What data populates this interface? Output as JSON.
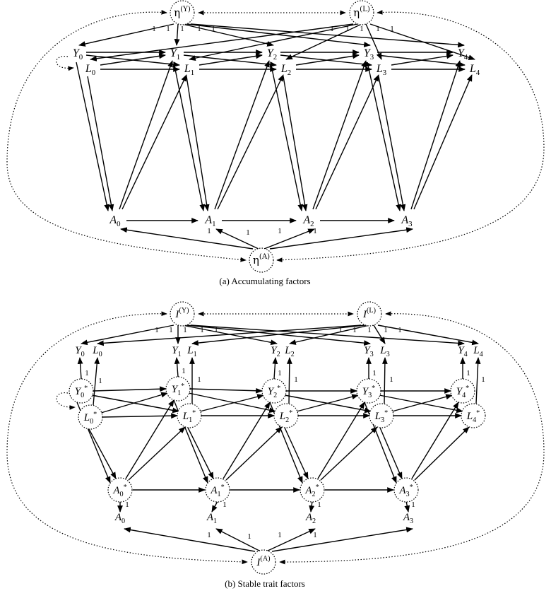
{
  "panel_a": {
    "caption": "(a) Accumulating factors",
    "eta_y": {
      "base": "η",
      "sup": "(Y)"
    },
    "eta_l": {
      "base": "η",
      "sup": "(L)"
    },
    "eta_a": {
      "base": "η",
      "sup": "(A)"
    },
    "y_nodes": [
      {
        "base": "Y",
        "sub": "0"
      },
      {
        "base": "Y",
        "sub": "1"
      },
      {
        "base": "Y",
        "sub": "2"
      },
      {
        "base": "Y",
        "sub": "3"
      },
      {
        "base": "Y",
        "sub": "4"
      }
    ],
    "l_nodes": [
      {
        "base": "L",
        "sub": "0"
      },
      {
        "base": "L",
        "sub": "1"
      },
      {
        "base": "L",
        "sub": "2"
      },
      {
        "base": "L",
        "sub": "3"
      },
      {
        "base": "L",
        "sub": "4"
      }
    ],
    "a_nodes": [
      {
        "base": "A",
        "sub": "0"
      },
      {
        "base": "A",
        "sub": "1"
      },
      {
        "base": "A",
        "sub": "2"
      },
      {
        "base": "A",
        "sub": "3"
      }
    ],
    "loading": "1"
  },
  "panel_b": {
    "caption": "(b) Stable trait factors",
    "i_y": {
      "base": "I",
      "sup": "(Y)"
    },
    "i_l": {
      "base": "I",
      "sup": "(L)"
    },
    "i_a": {
      "base": "I",
      "sup": "(A)"
    },
    "y_obs": [
      {
        "base": "Y",
        "sub": "0"
      },
      {
        "base": "Y",
        "sub": "1"
      },
      {
        "base": "Y",
        "sub": "2"
      },
      {
        "base": "Y",
        "sub": "3"
      },
      {
        "base": "Y",
        "sub": "4"
      }
    ],
    "l_obs": [
      {
        "base": "L",
        "sub": "0"
      },
      {
        "base": "L",
        "sub": "1"
      },
      {
        "base": "L",
        "sub": "2"
      },
      {
        "base": "L",
        "sub": "3"
      },
      {
        "base": "L",
        "sub": "4"
      }
    ],
    "a_obs": [
      {
        "base": "A",
        "sub": "0"
      },
      {
        "base": "A",
        "sub": "1"
      },
      {
        "base": "A",
        "sub": "2"
      },
      {
        "base": "A",
        "sub": "3"
      }
    ],
    "y_lat": [
      {
        "base": "Y",
        "sub": "0",
        "sup": "*"
      },
      {
        "base": "Y",
        "sub": "1",
        "sup": "*"
      },
      {
        "base": "Y",
        "sub": "2",
        "sup": "*"
      },
      {
        "base": "Y",
        "sub": "3",
        "sup": "*"
      },
      {
        "base": "Y",
        "sub": "4",
        "sup": "*"
      }
    ],
    "l_lat": [
      {
        "base": "L",
        "sub": "0",
        "sup": "*"
      },
      {
        "base": "L",
        "sub": "1",
        "sup": "*"
      },
      {
        "base": "L",
        "sub": "2",
        "sup": "*"
      },
      {
        "base": "L",
        "sub": "3",
        "sup": "*"
      },
      {
        "base": "L",
        "sub": "4",
        "sup": "*"
      }
    ],
    "a_lat": [
      {
        "base": "A",
        "sub": "0",
        "sup": "*"
      },
      {
        "base": "A",
        "sub": "1",
        "sup": "*"
      },
      {
        "base": "A",
        "sub": "2",
        "sup": "*"
      },
      {
        "base": "A",
        "sub": "3",
        "sup": "*"
      }
    ],
    "loading": "1"
  }
}
